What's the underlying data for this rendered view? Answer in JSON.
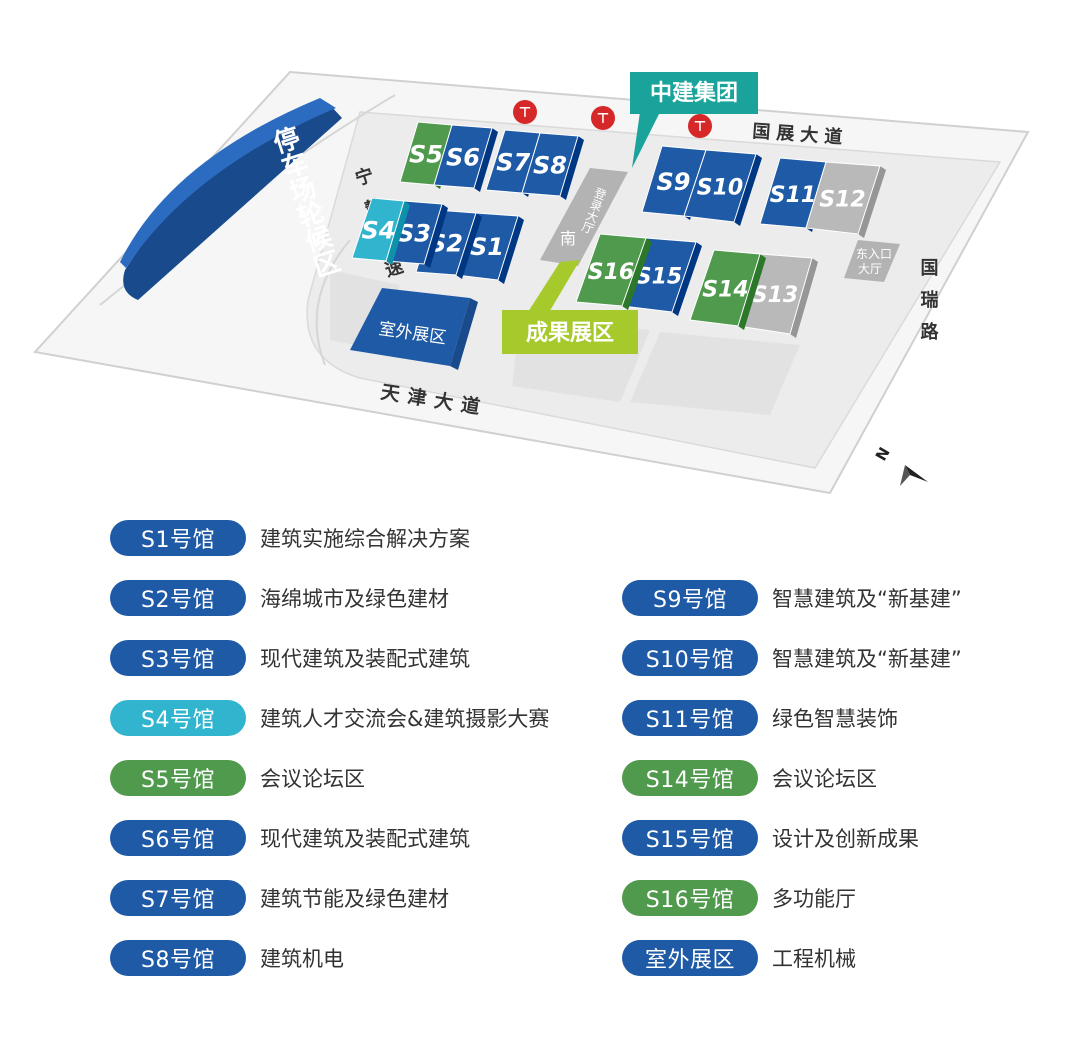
{
  "colors": {
    "blue": "#1e5aa6",
    "blue_dark": "#184a8c",
    "green": "#4f9a4c",
    "cyan": "#31b5cf",
    "lime": "#a6c92b",
    "teal": "#1aa39a",
    "gray_hall": "#b9b9b9",
    "road": "#e3e3e3"
  },
  "map": {
    "parking": "停车场轮候区",
    "roads": {
      "top": "国展大道",
      "left": "宁静高速",
      "right": "国瑞路",
      "bottom": "天津大道"
    },
    "halls": [
      "S1",
      "S2",
      "S3",
      "S4",
      "S5",
      "S6",
      "S7",
      "S8",
      "S9",
      "S10",
      "S11",
      "S12",
      "S13",
      "S14",
      "S15",
      "S16"
    ],
    "outdoor": "室外展区",
    "south_hall": "登录大厅",
    "south_label": "南",
    "east_entrance": [
      "东入口",
      "大厅"
    ],
    "callout_top": "中建集团",
    "callout_bottom": "成果展区",
    "compass": "N",
    "metro_icon": "metro-station-icon"
  },
  "legend": {
    "left": [
      {
        "label": "S1号馆",
        "desc": "建筑实施综合解决方案",
        "color": "#1e5aa6"
      },
      {
        "label": "S2号馆",
        "desc": "海绵城市及绿色建材",
        "color": "#1e5aa6"
      },
      {
        "label": "S3号馆",
        "desc": "现代建筑及装配式建筑",
        "color": "#1e5aa6"
      },
      {
        "label": "S4号馆",
        "desc": "建筑人才交流会&建筑摄影大赛",
        "color": "#31b5cf"
      },
      {
        "label": "S5号馆",
        "desc": "会议论坛区",
        "color": "#4f9a4c"
      },
      {
        "label": "S6号馆",
        "desc": "现代建筑及装配式建筑",
        "color": "#1e5aa6"
      },
      {
        "label": "S7号馆",
        "desc": "建筑节能及绿色建材",
        "color": "#1e5aa6"
      },
      {
        "label": "S8号馆",
        "desc": "建筑机电",
        "color": "#1e5aa6"
      }
    ],
    "right": [
      {
        "label": "S9号馆",
        "desc": "智慧建筑及“新基建”",
        "color": "#1e5aa6"
      },
      {
        "label": "S10号馆",
        "desc": "智慧建筑及“新基建”",
        "color": "#1e5aa6"
      },
      {
        "label": "S11号馆",
        "desc": "绿色智慧装饰",
        "color": "#1e5aa6"
      },
      {
        "label": "S14号馆",
        "desc": "会议论坛区",
        "color": "#4f9a4c"
      },
      {
        "label": "S15号馆",
        "desc": "设计及创新成果",
        "color": "#1e5aa6"
      },
      {
        "label": "S16号馆",
        "desc": "多功能厅",
        "color": "#4f9a4c"
      },
      {
        "label": "室外展区",
        "desc": "工程机械",
        "color": "#1e5aa6"
      }
    ]
  }
}
